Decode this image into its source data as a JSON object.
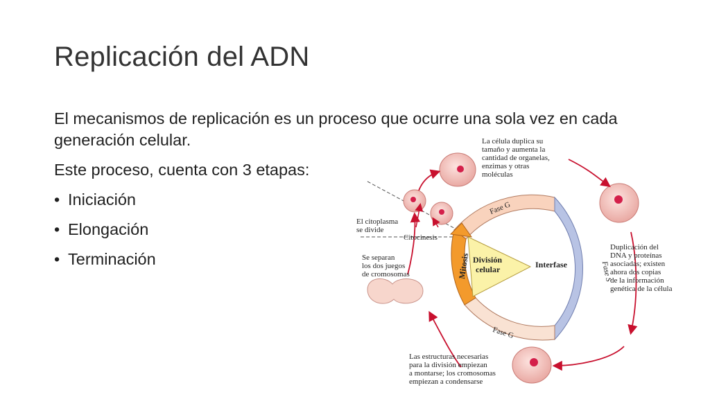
{
  "title": "Replicación del ADN",
  "body": {
    "line1": "El mecanismos de replicación es un proceso que ocurre una sola vez en cada generación celular.",
    "line2": "Este proceso, cuenta con 3 etapas:",
    "bullets": [
      "Iniciación",
      "Elongación",
      "Terminación"
    ]
  },
  "diagram": {
    "phase_g1": "Fase G",
    "phase_g2": "Fase G",
    "phase_s": "Fase S",
    "mitosis": "Mitosis",
    "division_line1": "División",
    "division_line2": "celular",
    "interfase": "Interfase",
    "citocinesis": "Citocinesis",
    "note_top": [
      "La célula duplica su",
      "tamaño y aumenta la",
      "cantidad de organelas,",
      "enzimas y otras",
      "moléculas"
    ],
    "note_right": [
      "Duplicación del",
      "DNA y proteínas",
      "asociadas; existen",
      "ahora dos copias",
      "de la información",
      "genética de la célula"
    ],
    "note_bottom": [
      "Las estructuras necesarias",
      "para la división empiezan",
      "a montarse; los cromosomas",
      "empiezan a condensarse"
    ],
    "note_left_top": [
      "El citoplasma",
      "se divide"
    ],
    "note_left_mid": [
      "Se separan",
      "los dos juegos",
      "de cromosomas"
    ]
  }
}
